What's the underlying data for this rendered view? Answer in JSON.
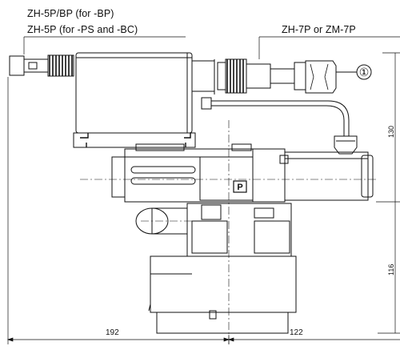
{
  "labels": {
    "connector_bp": "ZH-5P/BP (for -BP)",
    "connector_ps_bc": "ZH-5P (for -PS and -BC)",
    "connector_right": "ZH-7P or ZM-7P",
    "callout_number": "①",
    "port_label": "P"
  },
  "dimensions": {
    "left_width": "192",
    "right_width": "122",
    "height_upper": "130",
    "height_lower": "116"
  }
}
